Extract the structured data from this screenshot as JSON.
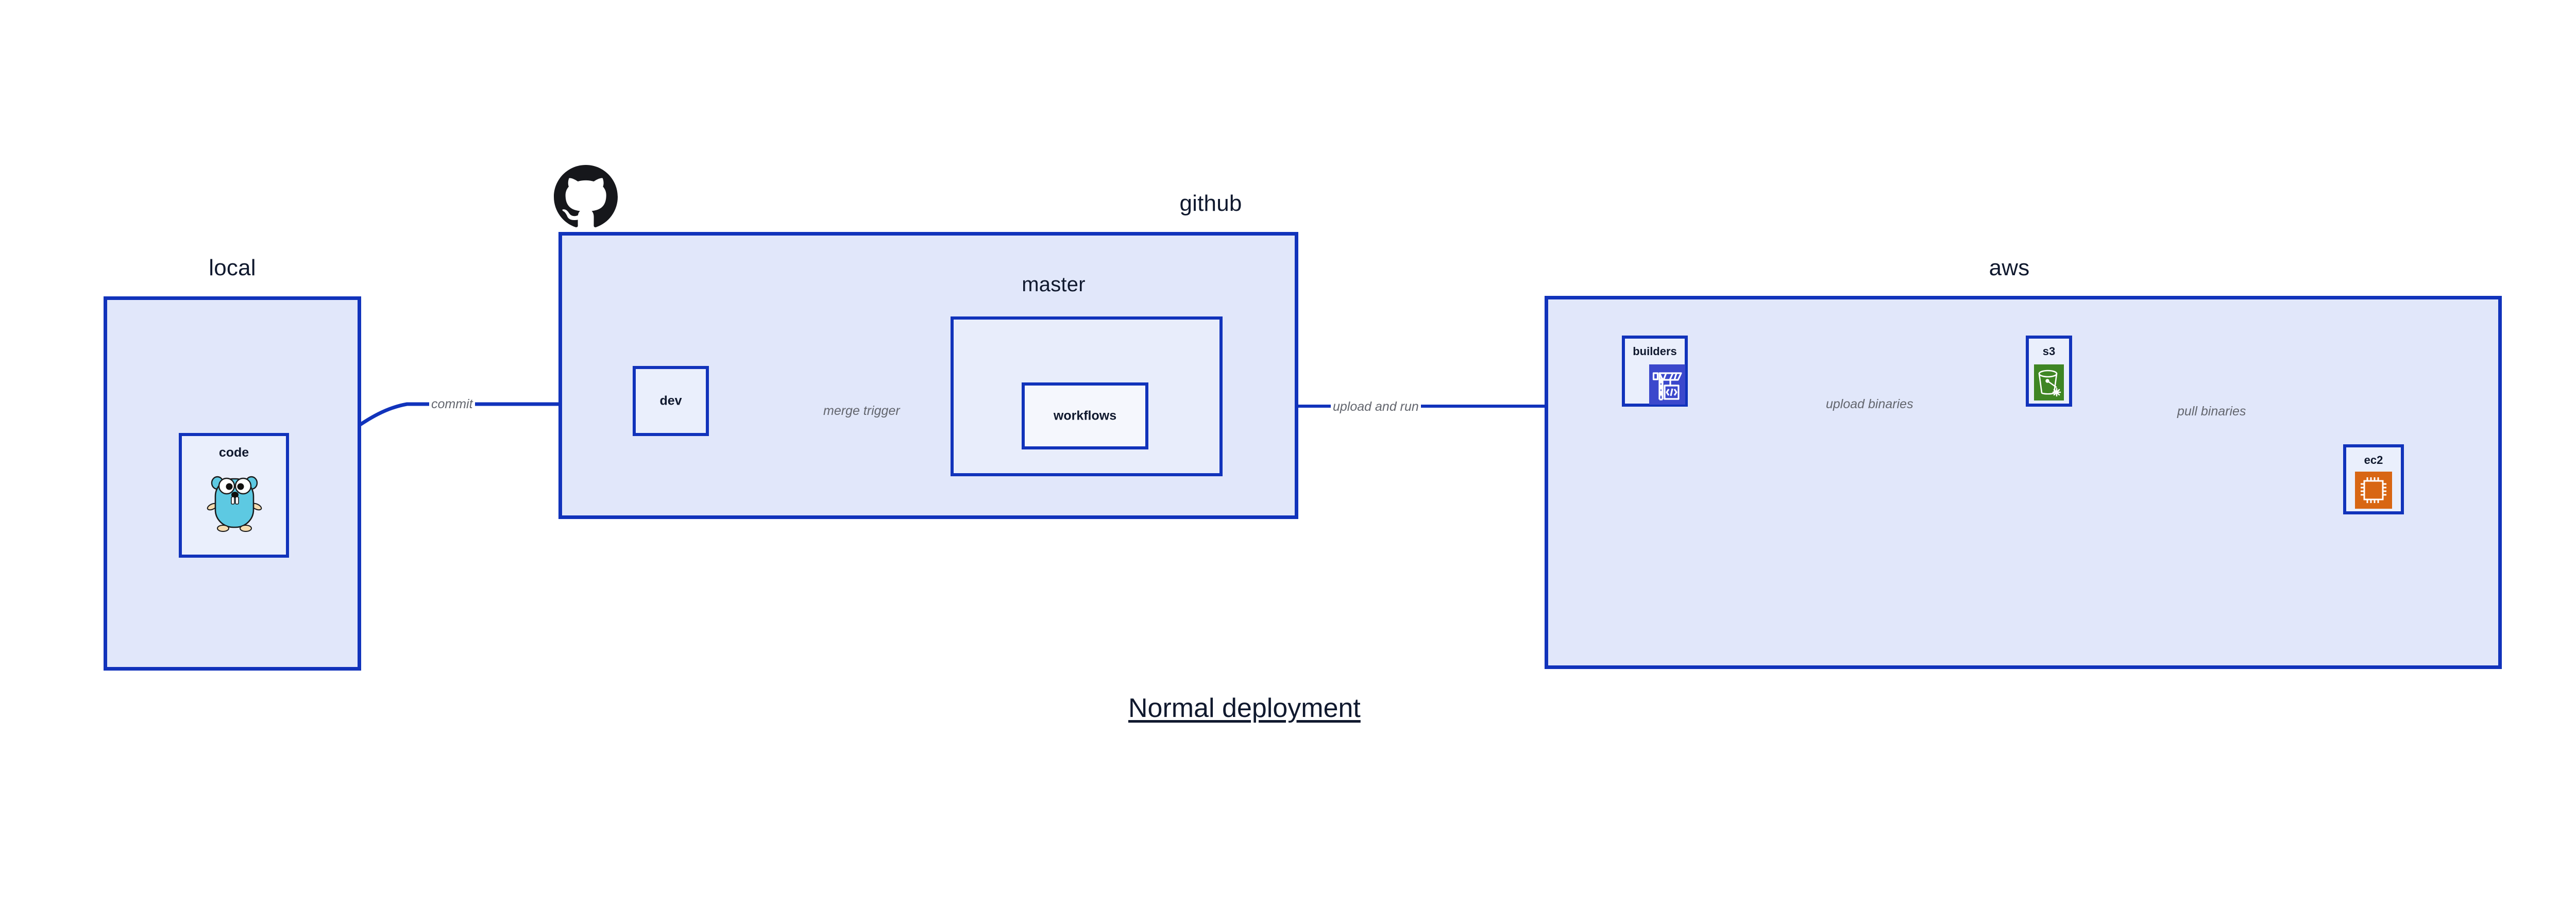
{
  "diagram": {
    "caption": "Normal deployment",
    "accent_border": "#1133bb",
    "group_fill": "#e1e7fa",
    "subgroup_fill": "#e8edfb",
    "leaf_fill": "#eaeffc",
    "leaf_white_fill": "#f5f7fd",
    "edge_label_color": "#63666e",
    "text_color": "#10192e"
  },
  "groups": {
    "local": {
      "title": "local"
    },
    "github": {
      "title": "github"
    },
    "master": {
      "title": "master"
    },
    "aws": {
      "title": "aws"
    }
  },
  "nodes": {
    "code": {
      "label": "code",
      "icon": "go-gopher-icon"
    },
    "dev": {
      "label": "dev",
      "icon": ""
    },
    "workflows": {
      "label": "workflows",
      "icon": ""
    },
    "builders": {
      "label": "builders",
      "icon": "aws-codebuild-icon",
      "icon_color": "#3b48cc"
    },
    "s3": {
      "label": "s3",
      "icon": "aws-s3-bucket-icon",
      "icon_color": "#3f8624"
    },
    "ec2": {
      "label": "ec2",
      "icon": "aws-ec2-chip-icon",
      "icon_color": "#d86613"
    }
  },
  "edges": [
    {
      "id": "code-to-dev",
      "label": "commit",
      "from": "code",
      "to": "dev"
    },
    {
      "id": "dev-to-workflows",
      "label": "merge trigger",
      "from": "dev",
      "to": "workflows"
    },
    {
      "id": "workflows-to-build",
      "label": "upload and run",
      "from": "workflows",
      "to": "builders"
    },
    {
      "id": "builders-to-s3",
      "label": "upload binaries",
      "from": "builders",
      "to": "s3"
    },
    {
      "id": "s3-to-ec2",
      "label": "pull binaries",
      "from": "s3",
      "to": "ec2"
    }
  ],
  "logos": {
    "github_mark": "github-octocat-icon"
  }
}
